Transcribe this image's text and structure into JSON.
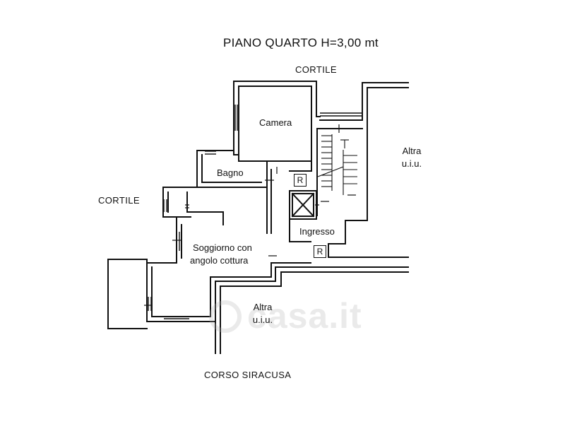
{
  "title": "PIANO QUARTO H=3,00 mt",
  "streets": {
    "top": "CORTILE",
    "left": "CORTILE",
    "bottom": "CORSO SIRACUSA"
  },
  "rooms": {
    "camera": "Camera",
    "bagno": "Bagno",
    "soggiorno_line1": "Soggiorno con",
    "soggiorno_line2": "angolo cottura",
    "ingresso": "Ingresso",
    "altra_right_line1": "Altra",
    "altra_right_line2": "u.i.u.",
    "altra_bottom_line1": "Altra",
    "altra_bottom_line2": "u.i.u."
  },
  "markers": {
    "riser": "R"
  },
  "watermark": "casa.it",
  "colors": {
    "wall": "#111111",
    "background": "#ffffff",
    "watermark": "#b4b4b4"
  }
}
